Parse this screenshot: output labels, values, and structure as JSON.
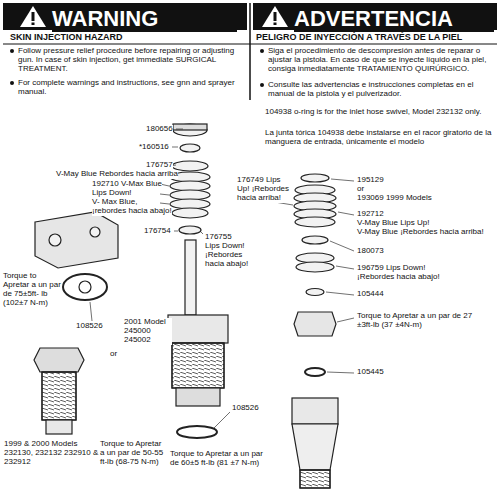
{
  "diagram": {
    "labels": [
      "WARNING",
      "ADVERTENCIA",
      "SKIN INJECTION HAZARD",
      "PELIGRO DE INYECCIÓN A TRAVÉS DE LA PIEL",
      "Follow pressure relief procedure before repairing or adjusting gun. In case of skin injection, get immediate SURGICAL TREATMENT.",
      "For complete warnings and instructions, see gnn and sprayer manual.",
      "Siga el procedimiento de descompresión antes de reparar o ajustar la pistola. En caso de que se inyecte líquido en la piel, consiga inmediatamente TRATAMIENTO QUIRÚRGICO.",
      "Consulte las advertencias e instrucciones completas en el manual de la pistola y el pulverizador.",
      "104938 o-ring is for the inlet hose swivel, Model 232132 only.",
      "La junta tórica 104938 debe instalarse en el racor giratorio de la manguera de entrada, únicamente el modelo",
      "180656",
      "*160516",
      "176757",
      "V-May Blue Rebordes hacia arriba",
      "192710 V-Max Blue",
      "Lips Down!",
      "V- Max Blue,",
      "¡rebordes hacia abajo!",
      "176754",
      "176755",
      "Lips Down!",
      "¡Rebordes hacia abajo!",
      "Torque to Apretar a un par de 75±5ft- lb (102±7 N-m)",
      "108526",
      "2001 Model 245000 245002",
      "or",
      "108526",
      "1999 & 2000 Models 232130, 232132 232910 & 232912",
      "Torque to Apretar a un par de 50-55 ft-lb (68-75 N-m)",
      "Torque to Apretar a un par de 60±5 ft-lb (81 ±7 N-m)",
      "176749 Lips Up! ¡Rebordes hacia arriba!",
      "195129",
      "or",
      "193069 1999 Models",
      "192712",
      "V-May Blue Lips Up!",
      "V-May Blue ¡Rebordes hacia arriba!",
      "180073",
      "196759 Lips Down!",
      "¡Rebordes hacia abajo!",
      "105444",
      "Torque to Apretar a un par de 27 ±3ft-lb (37 ±4N-m)",
      "105445"
    ]
  }
}
